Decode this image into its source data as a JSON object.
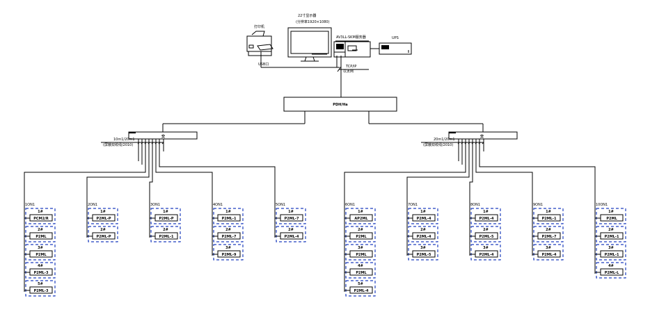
{
  "title": "Network topology diagram",
  "top": {
    "printer_label": "打印机",
    "printer_port": "USB口",
    "monitor_label_1": "22寸显示器",
    "monitor_label_2": "(分辨率1920×1080)",
    "server_label": "AV3LL-SKM服务器",
    "ups_label": "UPS",
    "link_label_1": "TCP/IP",
    "link_label_2": "以太网"
  },
  "core": {
    "label": "PDH/Ha"
  },
  "switches": [
    {
      "id": "left",
      "tag": "SW-L",
      "label": "交",
      "uplink_1": "10m1/20m1",
      "uplink_2": "(屏蔽双绞线/2010)"
    },
    {
      "id": "right",
      "tag": "SW-R",
      "label": "交",
      "uplink_1": "20m1/20m1",
      "uplink_2": "(屏蔽双绞线/2010)"
    }
  ],
  "columns": [
    {
      "switch": "left",
      "label": "1ON1",
      "devices": [
        {
          "name": "1#",
          "model": "PCM2/R"
        },
        {
          "name": "2#",
          "model": "P2ML"
        },
        {
          "name": "3#",
          "model": "P2ML"
        },
        {
          "name": "4#",
          "model": "P2ML-3"
        },
        {
          "name": "5#",
          "model": "P2ML-3"
        }
      ]
    },
    {
      "switch": "left",
      "label": "2ON1",
      "devices": [
        {
          "name": "1#",
          "model": "P2ML-P"
        },
        {
          "name": "2#",
          "model": "P2ML-P"
        }
      ]
    },
    {
      "switch": "left",
      "label": "3ON1",
      "devices": [
        {
          "name": "1#",
          "model": "P2ML-P"
        },
        {
          "name": "2#",
          "model": "P2ML-1"
        }
      ]
    },
    {
      "switch": "left",
      "label": "4ON1",
      "devices": [
        {
          "name": "1#",
          "model": "P2ML-1"
        },
        {
          "name": "2#",
          "model": "P2ML-7"
        },
        {
          "name": "3#",
          "model": "P2ML-9"
        }
      ]
    },
    {
      "switch": "left",
      "label": "5ON1",
      "devices": [
        {
          "name": "1#",
          "model": "P2ML-7"
        },
        {
          "name": "2#",
          "model": "P2ML-4"
        }
      ]
    },
    {
      "switch": "right",
      "label": "6ON1",
      "devices": [
        {
          "name": "1#",
          "model": "AP2ML"
        },
        {
          "name": "2#",
          "model": "P2ML"
        },
        {
          "name": "3#",
          "model": "P2ML"
        },
        {
          "name": "4#",
          "model": "P2ML"
        },
        {
          "name": "5#",
          "model": "P2ML-4"
        }
      ]
    },
    {
      "switch": "right",
      "label": "7ON1",
      "devices": [
        {
          "name": "1#",
          "model": "P2ML-4"
        },
        {
          "name": "2#",
          "model": "P2ML-4"
        },
        {
          "name": "3#",
          "model": "P2ML-5"
        }
      ]
    },
    {
      "switch": "right",
      "label": "8ON1",
      "devices": [
        {
          "name": "1#",
          "model": "P2ML-4"
        },
        {
          "name": "2#",
          "model": "P2ML-5"
        },
        {
          "name": "3#",
          "model": "P2ML-4"
        }
      ]
    },
    {
      "switch": "right",
      "label": "9ON1",
      "devices": [
        {
          "name": "1#",
          "model": "P2ML-1"
        },
        {
          "name": "2#",
          "model": "P2ML-7"
        },
        {
          "name": "3#",
          "model": "P2ML-4"
        }
      ]
    },
    {
      "switch": "right",
      "label": "10ON1",
      "devices": [
        {
          "name": "1#",
          "model": "P2ML"
        },
        {
          "name": "2#",
          "model": "P2ML-1"
        },
        {
          "name": "3#",
          "model": "P2ML-1"
        },
        {
          "name": "4#",
          "model": "P2ML-L"
        }
      ]
    }
  ],
  "colors": {
    "line": "#000000",
    "device_frame": "#1f3fbf",
    "background": "#ffffff"
  }
}
